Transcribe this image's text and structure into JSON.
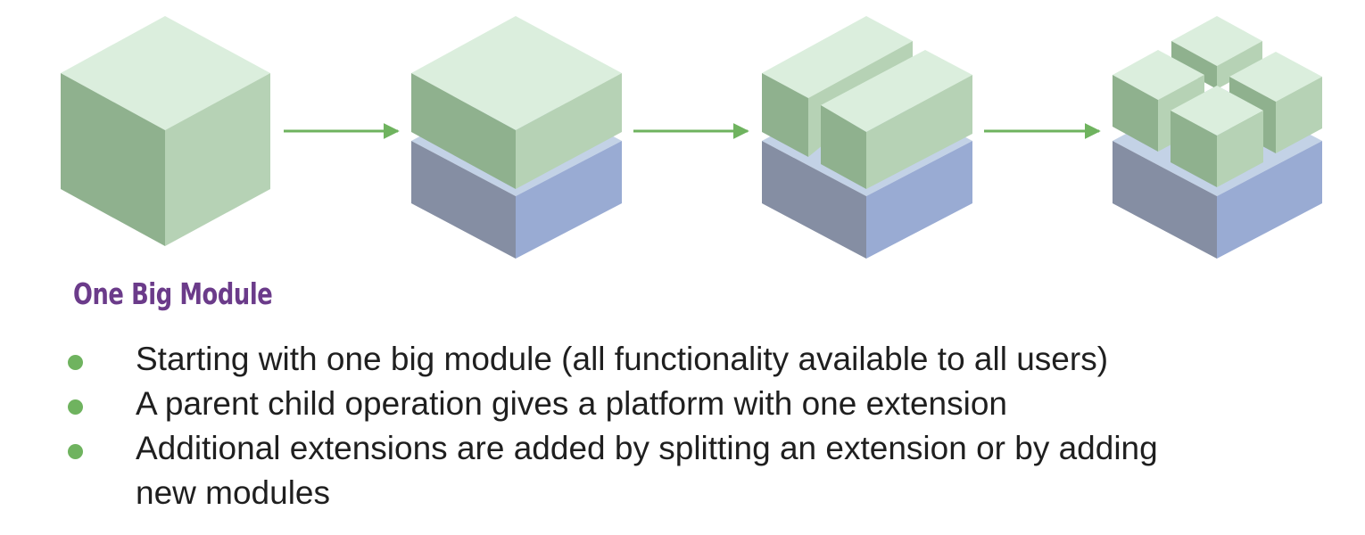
{
  "heading": "One Big Module",
  "bullets": [
    "Starting with one big module (all functionality available to all users)",
    "A parent child operation gives a platform with one extension",
    "Additional extensions are added by splitting an extension or by adding new modules"
  ],
  "colors": {
    "block_top": "#dbeedd",
    "block_left": "#8fb18e",
    "block_right": "#b6d2b5",
    "base_top": "#c3d2e6",
    "base_left": "#858ea3",
    "base_right": "#99abd3",
    "arrow": "#6fb35f",
    "heading": "#6b3b8a",
    "bullet": "#6fb35f"
  }
}
